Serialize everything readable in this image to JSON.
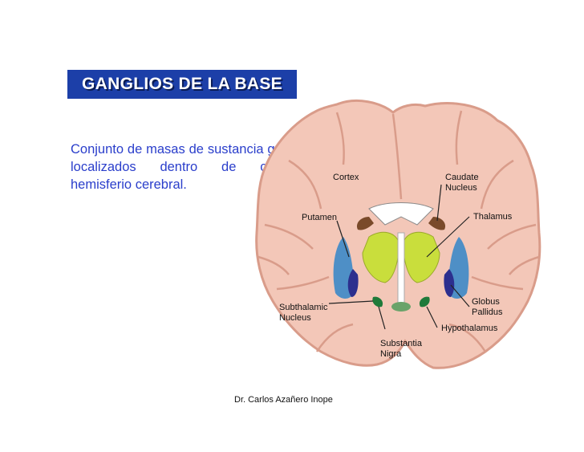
{
  "title": "GANGLIOS DE LA BASE",
  "description": "Conjunto de masas de sustancia gris localizados dentro de cada hemisferio cerebral.",
  "diagram": {
    "labels": {
      "cortex": "Cortex",
      "caudate_1": "Caudate",
      "caudate_2": "Nucleus",
      "putamen": "Putamen",
      "thalamus": "Thalamus",
      "subthalamic_1": "Subthalamic",
      "subthalamic_2": "Nucleus",
      "globus_1": "Globus",
      "globus_2": "Pallidus",
      "hypothalamus": "Hypothalamus",
      "substantia_1": "Substantia",
      "substantia_2": "Nigra"
    },
    "colors": {
      "brain": "#f3c7b8",
      "brain_outline": "#d99c8a",
      "putamen": "#4e8fc6",
      "globus": "#2c2f8e",
      "thalamus": "#c9de3c",
      "caudate": "#7a4a2a",
      "substantia": "#1f7a3a",
      "ventricle": "#ffffff"
    }
  },
  "credit": "Dr. Carlos Azañero Inope"
}
